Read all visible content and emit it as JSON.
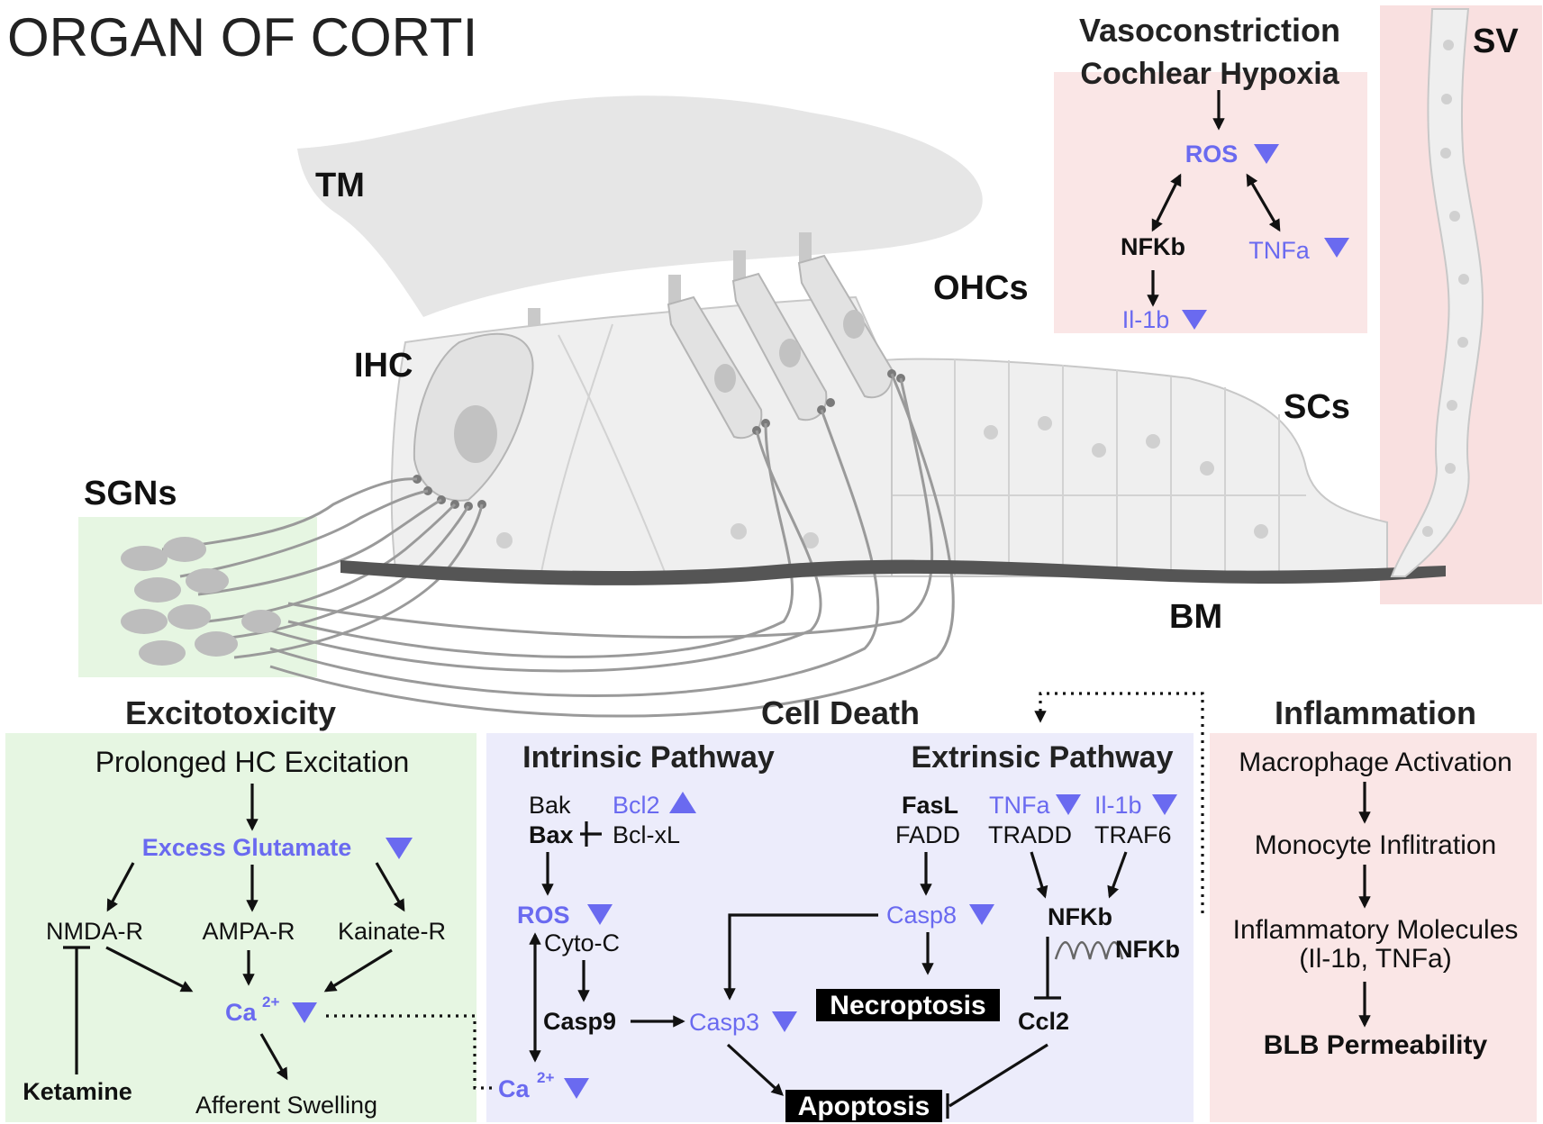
{
  "title": "ORGAN OF CORTI",
  "anatomy": {
    "tm": "TM",
    "ihc": "IHC",
    "ohcs": "OHCs",
    "scs": "SCs",
    "sgns": "SGNs",
    "bm": "BM",
    "sv": "SV"
  },
  "vasoconstriction": {
    "header": "Vasoconstriction",
    "hypoxia": "Cochlear Hypoxia",
    "ros": "ROS",
    "nfkb": "NFKb",
    "tnfa": "TNFa",
    "il1b": "Il-1b"
  },
  "excitotoxicity": {
    "header": "Excitotoxicity",
    "prolonged": "Prolonged HC Excitation",
    "glutamate": "Excess Glutamate",
    "nmda": "NMDA-R",
    "ampa": "AMPA-R",
    "kainate": "Kainate-R",
    "ca": "Ca",
    "ca_sup": "2+",
    "ketamine": "Ketamine",
    "swelling": "Afferent Swelling"
  },
  "cell_death": {
    "header": "Cell Death",
    "intrinsic": {
      "header": "Intrinsic Pathway",
      "bak": "Bak",
      "bcl2": "Bcl2",
      "bax": "Bax",
      "bclxl": "Bcl-xL",
      "ros": "ROS",
      "cytoc": "Cyto-C",
      "casp9": "Casp9",
      "ca": "Ca",
      "ca_sup": "2+"
    },
    "extrinsic": {
      "header": "Extrinsic Pathway",
      "fasl": "FasL",
      "fadd": "FADD",
      "tnfa": "TNFa",
      "tradd": "TRADD",
      "il1b": "Il-1b",
      "traf6": "TRAF6",
      "casp8": "Casp8",
      "nfkb": "NFKb",
      "nfkb2": "NFKb",
      "ccl2": "Ccl2",
      "casp3": "Casp3",
      "necroptosis": "Necroptosis",
      "apoptosis": "Apoptosis"
    }
  },
  "inflammation": {
    "header": "Inflammation",
    "macrophage": "Macrophage Activation",
    "monocyte": "Monocyte Inflitration",
    "molecules": "Inflammatory Molecules",
    "molecules_list": "(Il-1b, TNFa)",
    "blb": "BLB Permeability"
  },
  "colors": {
    "highlight_blue": "#6a6af0",
    "panel_green": "#e6f6e2",
    "panel_pink": "#fae6e6",
    "panel_lavender": "#ececfb",
    "sv_pink": "#f9e0e0"
  }
}
